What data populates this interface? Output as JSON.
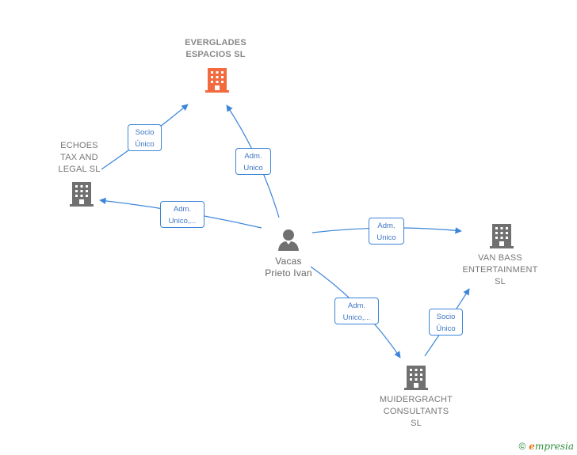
{
  "nodes": {
    "everglades": {
      "line1": "EVERGLADES",
      "line2": "ESPACIOS  SL",
      "color": "#f26a3d"
    },
    "echoes": {
      "line1": "ECHOES",
      "line2": "TAX AND",
      "line3": "LEGAL SL",
      "color": "#777777"
    },
    "vanbass": {
      "line1": "VAN BASS",
      "line2": "ENTERTAINMENT",
      "line3": "SL",
      "color": "#777777"
    },
    "muider": {
      "line1": "MUIDERGRACHT",
      "line2": "CONSULTANTS",
      "line3": "SL",
      "color": "#777777"
    },
    "person": {
      "line1": "Vacas",
      "line2": "Prieto Ivan",
      "color": "#777777"
    }
  },
  "edges": {
    "e1": {
      "line1": "Socio",
      "line2": "Único"
    },
    "e2": {
      "line1": "Adm.",
      "line2": "Unico"
    },
    "e3": {
      "line1": "Adm.",
      "line2": "Unico,..."
    },
    "e4": {
      "line1": "Adm.",
      "line2": "Unico"
    },
    "e5": {
      "line1": "Adm.",
      "line2": "Unico,..."
    },
    "e6": {
      "line1": "Socio",
      "line2": "Único"
    }
  },
  "edge_color": "#3d85d8",
  "footer": {
    "copyright": "©",
    "brand_rest": "mpresia",
    "brand_initial": "e"
  }
}
